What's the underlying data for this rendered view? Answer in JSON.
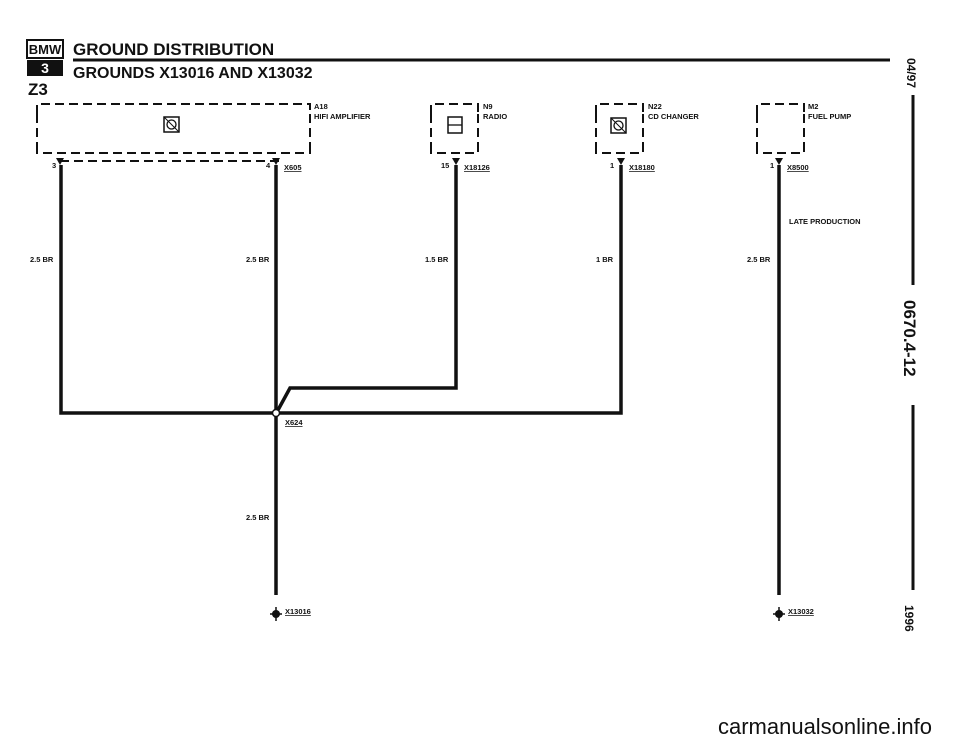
{
  "header": {
    "logo_text": "BMW",
    "series_badge": "3",
    "title": "GROUND DISTRIBUTION",
    "subtitle": "GROUNDS X13016 AND X13032",
    "model": "Z3"
  },
  "components": [
    {
      "id": "A18",
      "name": "HIFI AMPLIFIER",
      "pins": [
        "3",
        "4"
      ],
      "connector": "X605"
    },
    {
      "id": "N9",
      "name": "RADIO",
      "pins": [
        "15"
      ],
      "connector": "X18126"
    },
    {
      "id": "N22",
      "name": "CD CHANGER",
      "pins": [
        "1"
      ],
      "connector": "X18180"
    },
    {
      "id": "M2",
      "name": "FUEL PUMP",
      "pins": [
        "1"
      ],
      "connector": "X8500"
    }
  ],
  "wires": {
    "a18_pin3": "2.5 BR",
    "a18_pin4": "2.5 BR",
    "n9": "1.5 BR",
    "n22": "1 BR",
    "m2": "2.5 BR",
    "trunk": "2.5 BR"
  },
  "splice": "X624",
  "grounds": [
    "X13016",
    "X13032"
  ],
  "note": "LATE PRODUCTION",
  "sidebar": {
    "date": "04/97",
    "page": "0670.4-12",
    "year": "1996"
  },
  "watermark": "carmanualsonline.info"
}
